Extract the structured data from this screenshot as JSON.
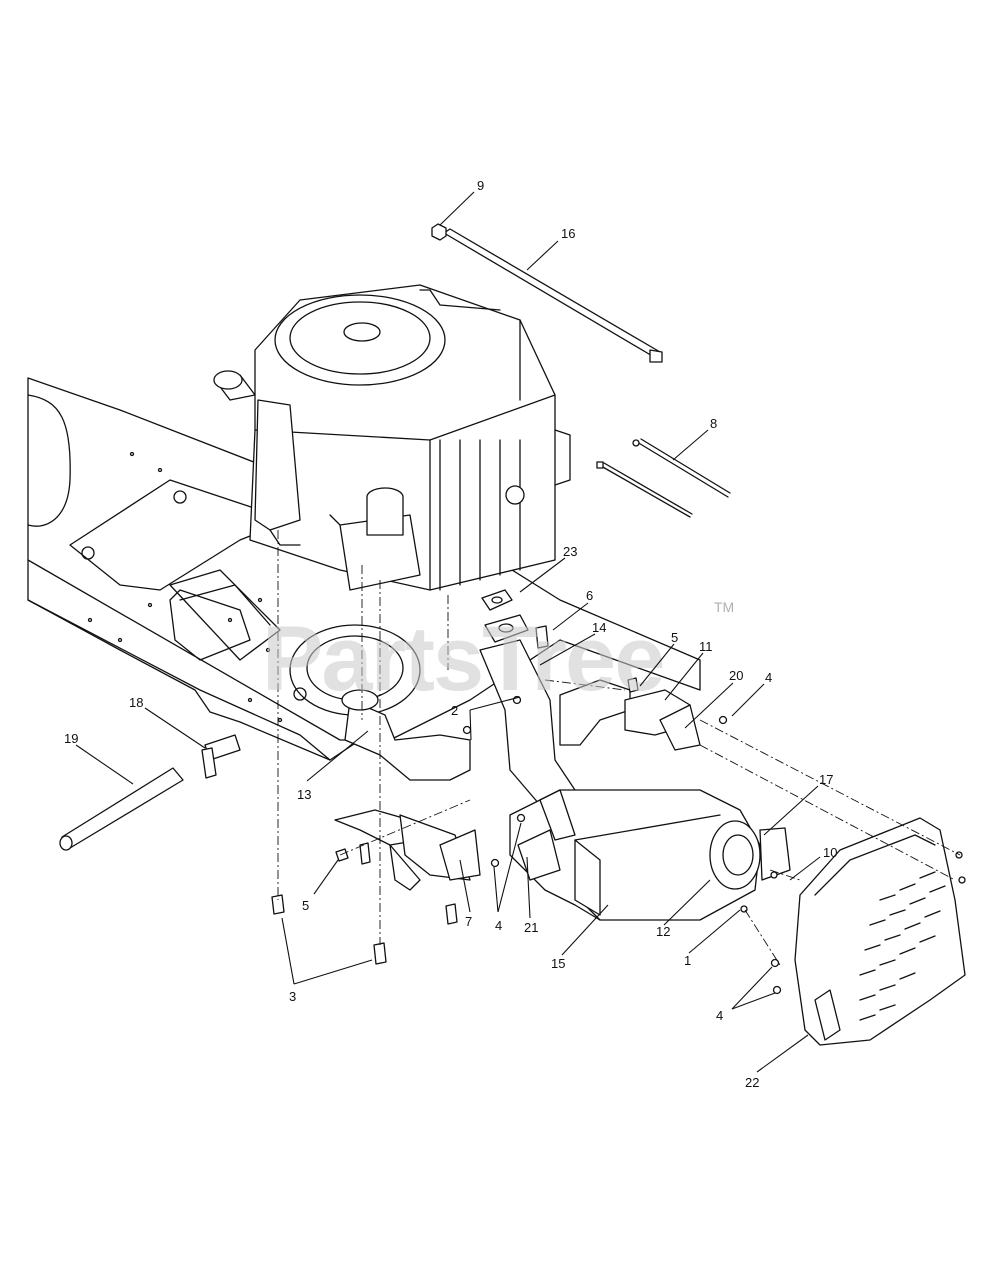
{
  "watermark": {
    "text": "PartsTree",
    "trademark": "TM"
  },
  "callouts": [
    {
      "id": "c9",
      "text": "9"
    },
    {
      "id": "c16",
      "text": "16"
    },
    {
      "id": "c8",
      "text": "8"
    },
    {
      "id": "c23",
      "text": "23"
    },
    {
      "id": "c6",
      "text": "6"
    },
    {
      "id": "c14",
      "text": "14"
    },
    {
      "id": "c5a",
      "text": "5"
    },
    {
      "id": "c11",
      "text": "11"
    },
    {
      "id": "c20",
      "text": "20"
    },
    {
      "id": "c4a",
      "text": "4"
    },
    {
      "id": "c2",
      "text": "2"
    },
    {
      "id": "c18",
      "text": "18"
    },
    {
      "id": "c19",
      "text": "19"
    },
    {
      "id": "c13",
      "text": "13"
    },
    {
      "id": "c17",
      "text": "17"
    },
    {
      "id": "c10",
      "text": "10"
    },
    {
      "id": "c5b",
      "text": "5"
    },
    {
      "id": "c7",
      "text": "7"
    },
    {
      "id": "c4b",
      "text": "4"
    },
    {
      "id": "c21",
      "text": "21"
    },
    {
      "id": "c12",
      "text": "12"
    },
    {
      "id": "c1",
      "text": "1"
    },
    {
      "id": "c15",
      "text": "15"
    },
    {
      "id": "c3",
      "text": "3"
    },
    {
      "id": "c4c",
      "text": "4"
    },
    {
      "id": "c22",
      "text": "22"
    }
  ]
}
